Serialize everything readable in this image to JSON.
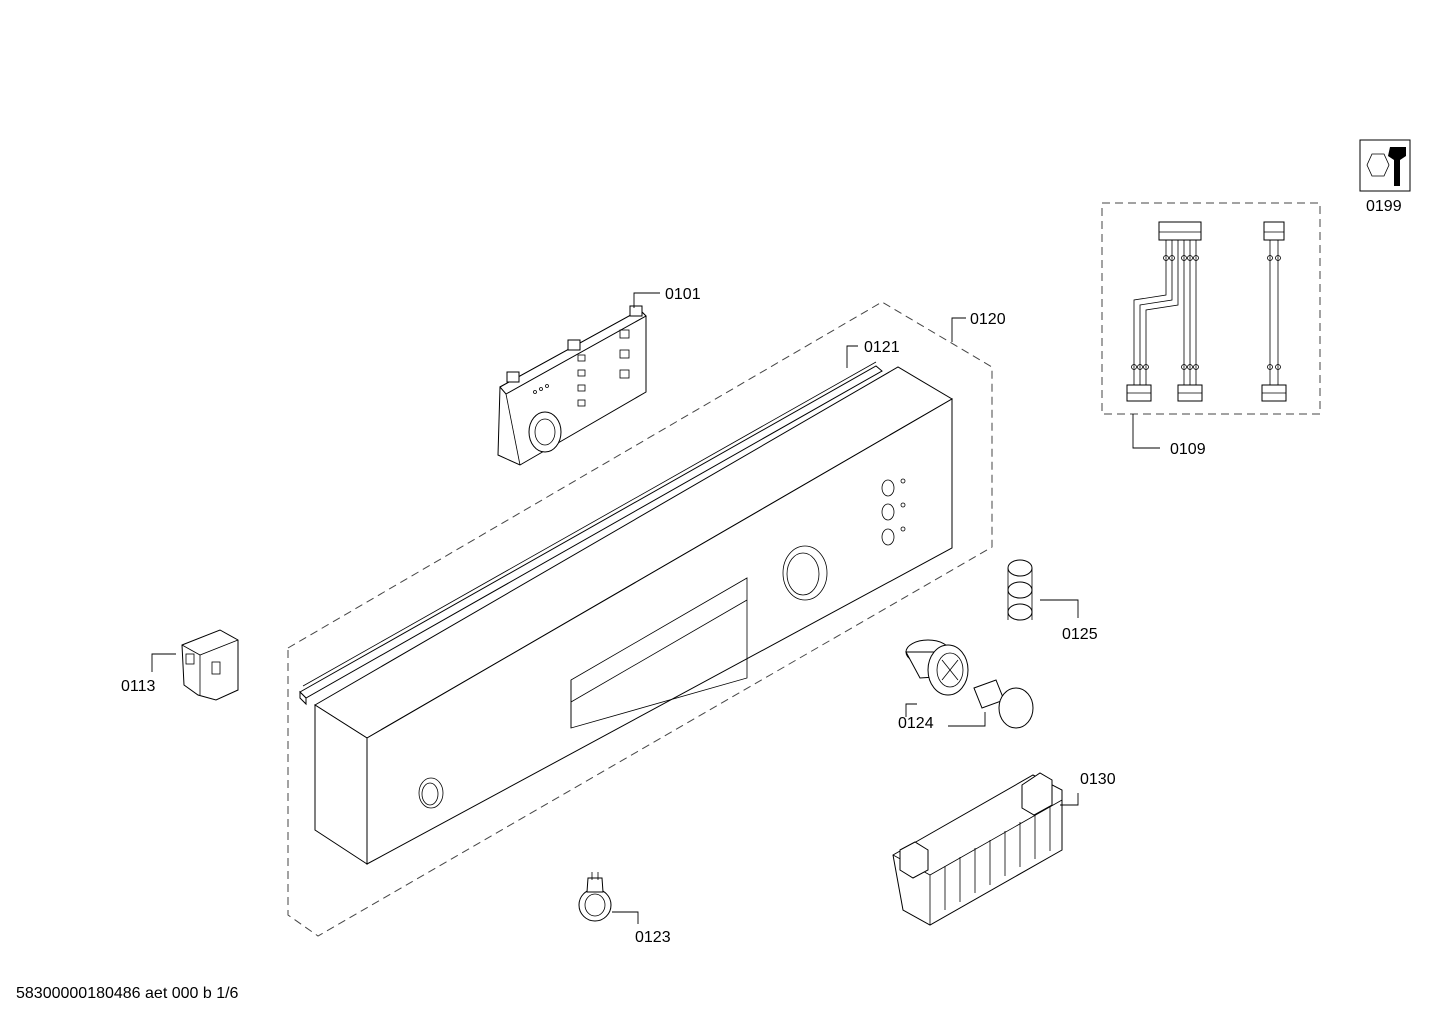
{
  "diagram": {
    "background": "#ffffff",
    "line_color": "#000000",
    "parts": [
      {
        "id": "0101",
        "label": "0101"
      },
      {
        "id": "0109",
        "label": "0109"
      },
      {
        "id": "0113",
        "label": "0113"
      },
      {
        "id": "0120",
        "label": "0120"
      },
      {
        "id": "0121",
        "label": "0121"
      },
      {
        "id": "0123",
        "label": "0123"
      },
      {
        "id": "0124",
        "label": "0124"
      },
      {
        "id": "0125",
        "label": "0125"
      },
      {
        "id": "0130",
        "label": "0130"
      },
      {
        "id": "0199",
        "label": "0199",
        "icon": "wrench-nut-icon"
      }
    ],
    "footer_text": "58300000180486 aet 000 b 1/6"
  }
}
